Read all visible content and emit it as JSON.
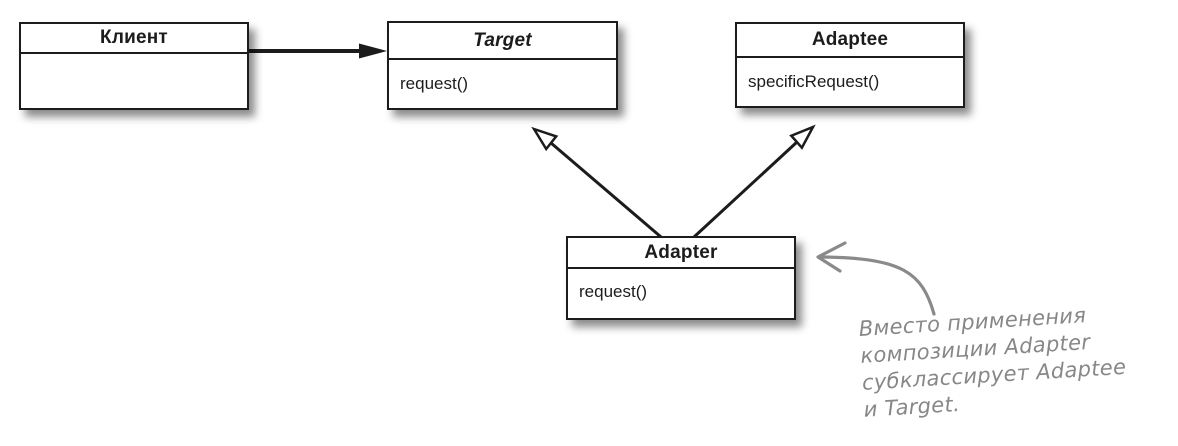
{
  "diagram": {
    "classes": [
      {
        "name": "Клиент",
        "methods": []
      },
      {
        "name": "Target",
        "abstract": true,
        "methods": [
          "request()"
        ]
      },
      {
        "name": "Adaptee",
        "methods": [
          "specificRequest()"
        ]
      },
      {
        "name": "Adapter",
        "methods": [
          "request()"
        ]
      }
    ],
    "relations": [
      {
        "type": "association",
        "from": "Клиент",
        "to": "Target"
      },
      {
        "type": "inheritance",
        "from": "Adapter",
        "to": "Target"
      },
      {
        "type": "inheritance",
        "from": "Adapter",
        "to": "Adaptee"
      }
    ],
    "annotation": {
      "text": "Вместо применения композиции Adapter субклассирует Adaptee и Target.",
      "lines": [
        "Вместо применения",
        "композиции Adapter",
        "субклассирует Adaptee",
        "и Target."
      ]
    },
    "colors": {
      "line": "#1c1c1c",
      "box_fill": "#ffffff",
      "annotation": "#878787"
    }
  }
}
